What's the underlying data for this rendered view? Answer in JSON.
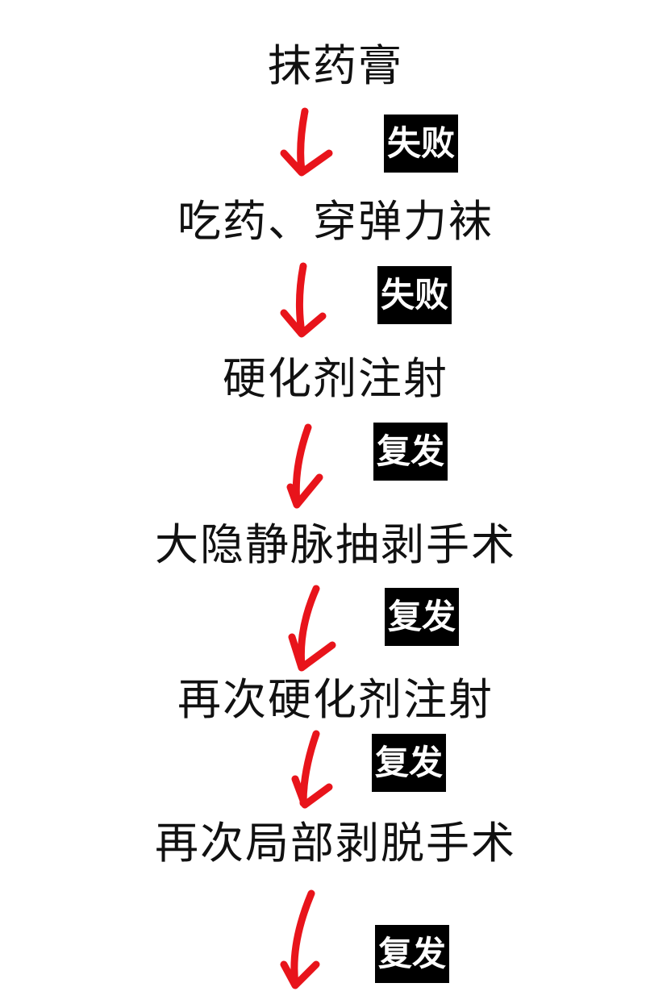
{
  "colors": {
    "arrow": "#e8141b",
    "badge_bg": "#000000",
    "badge_text": "#ffffff",
    "step_text": "#111111"
  },
  "steps": [
    {
      "label": "抹药膏"
    },
    {
      "label": "吃药、穿弹力袜"
    },
    {
      "label": "硬化剂注射"
    },
    {
      "label": "大隐静脉抽剥手术"
    },
    {
      "label": "再次硬化剂注射"
    },
    {
      "label": "再次局部剥脱手术"
    }
  ],
  "transitions": [
    {
      "label": "失败"
    },
    {
      "label": "失败"
    },
    {
      "label": "复发"
    },
    {
      "label": "复发"
    },
    {
      "label": "复发"
    },
    {
      "label": "复发"
    }
  ]
}
